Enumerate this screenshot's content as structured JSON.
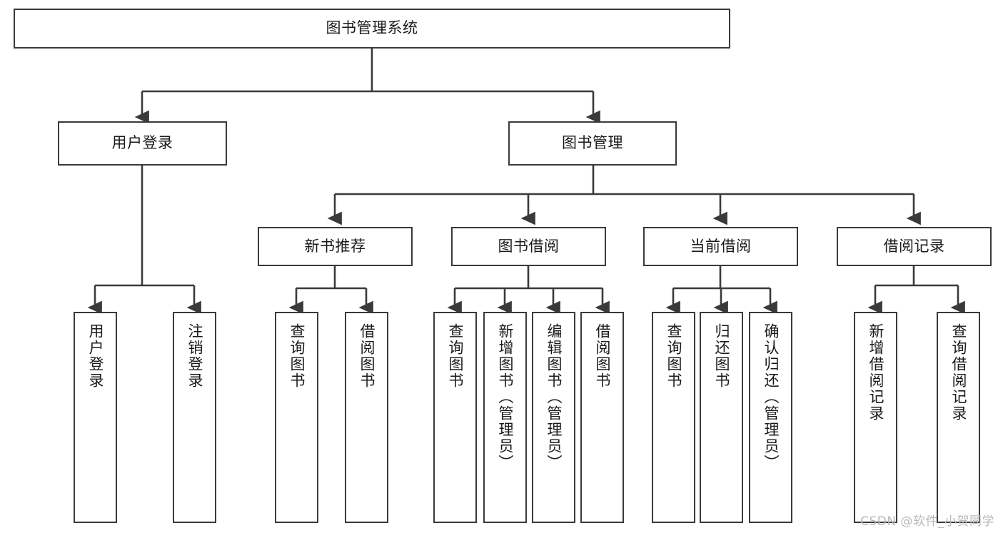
{
  "diagram": {
    "title": "图书管理系统",
    "type": "tree-hierarchy-diagram",
    "colors": {
      "box_border": "#3a3a3a",
      "box_fill": "#ffffff",
      "connector": "#3a3a3a",
      "text": "#1a1a1a",
      "watermark": "#b9b9b9"
    }
  },
  "root": {
    "label": "图书管理系统"
  },
  "level1": [
    {
      "label": "用户登录"
    },
    {
      "label": "图书管理"
    }
  ],
  "level2": [
    {
      "label": "新书推荐"
    },
    {
      "label": "图书借阅"
    },
    {
      "label": "当前借阅"
    },
    {
      "label": "借阅记录"
    }
  ],
  "leaves": {
    "user_login": [
      {
        "label": "用户登录"
      },
      {
        "label": "注销登录"
      }
    ],
    "new_book_recommend": [
      {
        "label": "查询图书"
      },
      {
        "label": "借阅图书"
      }
    ],
    "book_borrow": [
      {
        "label": "查询图书"
      },
      {
        "label": "新增图书（管理员）"
      },
      {
        "label": "编辑图书（管理员）"
      },
      {
        "label": "借阅图书"
      }
    ],
    "current_borrow": [
      {
        "label": "查询图书"
      },
      {
        "label": "归还图书"
      },
      {
        "label": "确认归还（管理员）"
      }
    ],
    "borrow_record": [
      {
        "label": "新增借阅记录"
      },
      {
        "label": "查询借阅记录"
      }
    ]
  },
  "watermark": {
    "text": "CSDN @软件_小贺同学"
  }
}
